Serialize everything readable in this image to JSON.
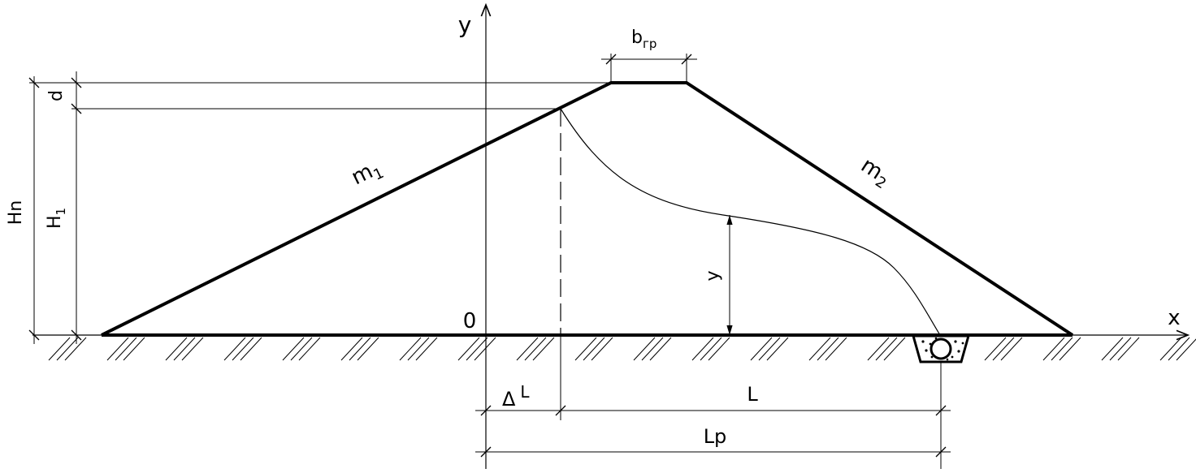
{
  "diagram": {
    "axis_labels": {
      "x": "x",
      "y": "y",
      "origin": "0"
    },
    "slope_labels": {
      "upstream": "m",
      "upstream_sub": "1",
      "downstream": "m",
      "downstream_sub": "2"
    },
    "dimension_labels": {
      "crest_width": "b",
      "crest_width_sub": "гр",
      "freeboard": "d",
      "dam_height": "Hn",
      "water_depth": "H",
      "water_depth_sub": "1",
      "seepage_ordinate": "y",
      "delta_l": "Δ",
      "delta_l_letter": "L",
      "length": "L",
      "design_length": "Lp"
    }
  }
}
